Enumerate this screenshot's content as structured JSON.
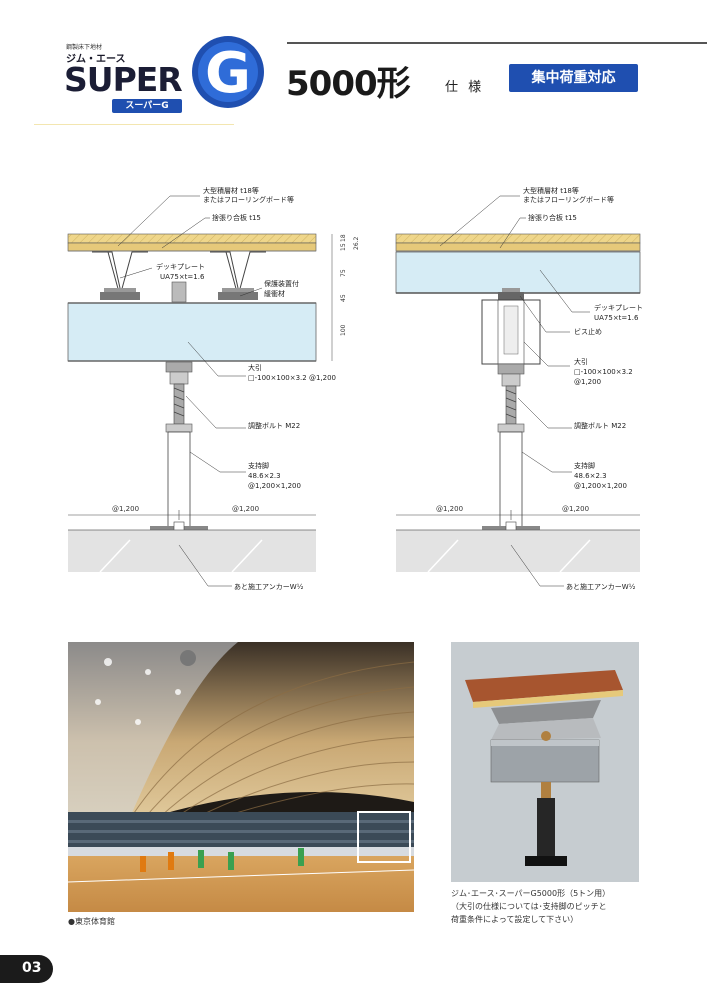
{
  "logo": {
    "category": "鋼製床下地材",
    "name": "ジム・エース",
    "super": "SUPER",
    "letter": "G",
    "sub": "スーパーG"
  },
  "header": {
    "title": "5000形",
    "spec": "仕 様",
    "badge": "集中荷重対応"
  },
  "diagram_left": {
    "label_floor": "大型積層材 t18等",
    "label_floor2": "またはフローリングボード等",
    "label_plywood": "捨張り合板 t15",
    "label_deck": "デッキプレート",
    "label_deck2": "UA75×t=1.6",
    "label_cushion": "保護装置付",
    "label_cushion2": "緩衝材",
    "label_beam": "大引",
    "label_beam2": "□-100×100×3.2 @1,200",
    "label_bolt": "調整ボルト M22",
    "label_leg": "支持脚",
    "label_leg2": "48.6×2.3",
    "label_leg3": "@1,200×1,200",
    "label_anchor": "あと施工アンカーW½",
    "dim1": "@1,200",
    "dim2": "@1,200",
    "dims": [
      "15",
      "18",
      "26.2",
      "75",
      "45",
      "100"
    ]
  },
  "diagram_right": {
    "label_floor": "大型積層材 t18等",
    "label_floor2": "またはフローリングボード等",
    "label_plywood": "捨張り合板 t15",
    "label_deck": "デッキプレート",
    "label_deck2": "UA75×t=1.6",
    "label_screw": "ビス止め",
    "label_beam": "大引",
    "label_beam2": "□-100×100×3.2",
    "label_beam3": "@1,200",
    "label_bolt": "調整ボルト M22",
    "label_leg": "支持脚",
    "label_leg2": "48.6×2.3",
    "label_leg3": "@1,200×1,200",
    "label_anchor": "あと施工アンカーW½",
    "dim1": "@1,200",
    "dim2": "@1,200"
  },
  "photo_left_caption": "●東京体育館",
  "photo_right_caption": [
    "ジム･エース･スーパーG5000形（5トン用）",
    "（大引の仕様については･支持脚のピッチと",
    "荷重条件によって設定して下さい）"
  ],
  "page_number": "03",
  "colors": {
    "accent": "#1f4fb0",
    "wood": "#e6c97a",
    "deck_blue": "#d6ecf5",
    "ground": "#e3e3e3"
  }
}
